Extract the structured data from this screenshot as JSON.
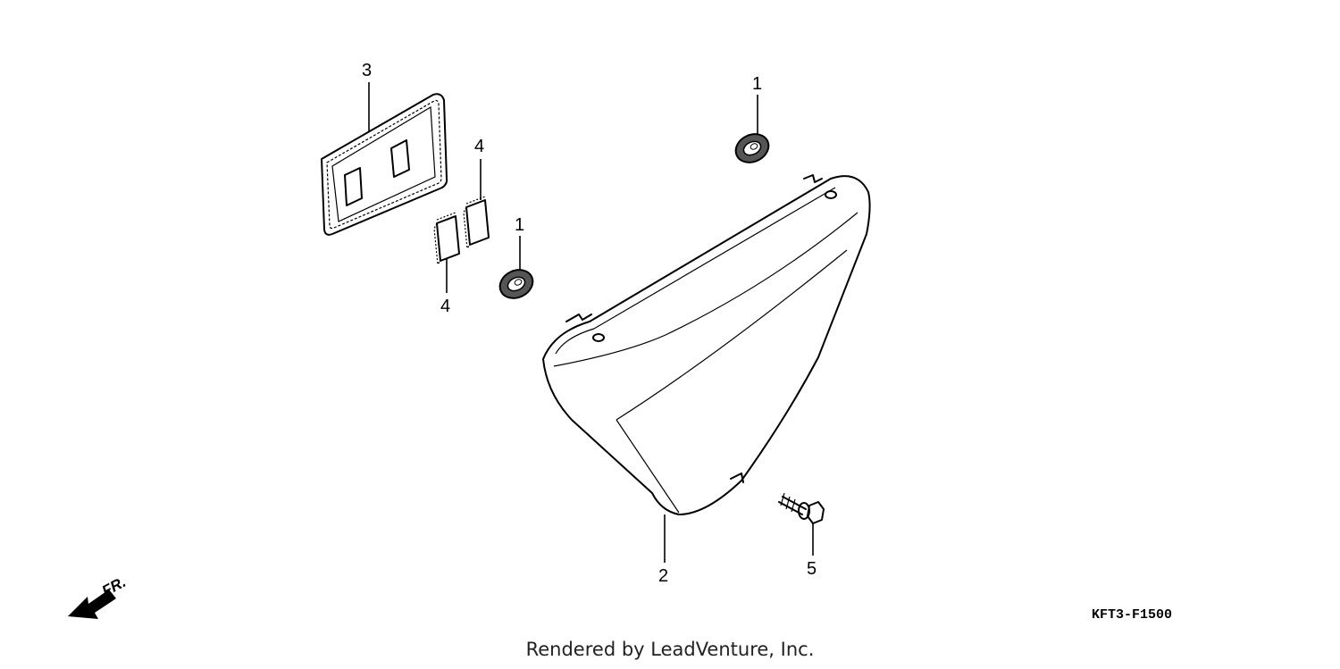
{
  "diagram": {
    "callouts": {
      "p1a": "1",
      "p1b": "1",
      "p2": "2",
      "p3": "3",
      "p4a": "4",
      "p4b": "4",
      "p5": "5"
    },
    "front_arrow_label": "FR.",
    "diagram_code": "KFT3-F1500"
  },
  "footer": {
    "text": "Rendered by LeadVenture, Inc."
  }
}
